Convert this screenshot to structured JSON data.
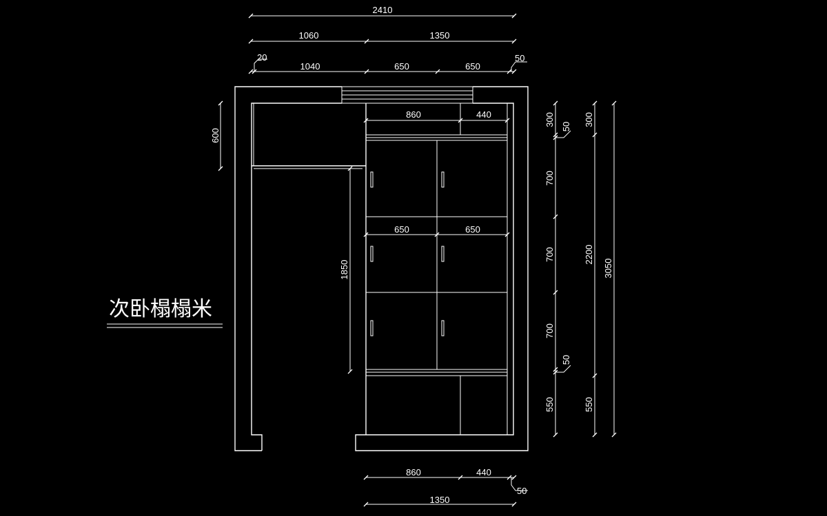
{
  "title": "次卧榻榻米",
  "top_dims": {
    "overall": "2410",
    "left_section": "1060",
    "right_section": "1350",
    "wall_left": "20",
    "inner_left": "1040",
    "door_a": "650",
    "door_b": "650",
    "wall_right": "50"
  },
  "cabinet_dims": {
    "top_left": "860",
    "top_right": "440",
    "middle_left": "650",
    "middle_right": "650"
  },
  "left_dims": {
    "platform_depth": "600",
    "wardrobe_height": "1850"
  },
  "right_dims": {
    "top_box": "300",
    "gap_top": "50",
    "row1": "700",
    "row2": "700",
    "row3": "700",
    "gap_bottom": "50",
    "base": "550",
    "top_box_2": "300",
    "wardrobe_total": "2200",
    "base_2": "550",
    "overall_height": "3050"
  },
  "bottom_dims": {
    "left": "860",
    "right": "440",
    "wall": "50",
    "total": "1350"
  }
}
